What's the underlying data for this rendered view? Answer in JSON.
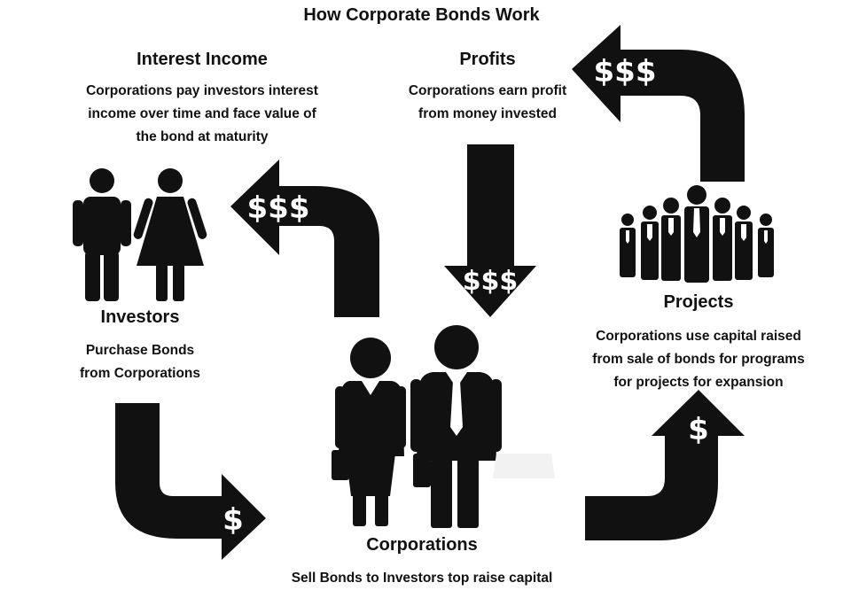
{
  "title": "How Corporate Bonds Work",
  "interest_income": {
    "heading": "Interest Income",
    "lines": [
      "Corporations pay investors interest",
      "income over time and face value of",
      "the bond at maturity"
    ]
  },
  "profits": {
    "heading": "Profits",
    "lines": [
      "Corporations earn profit",
      "from  money invested"
    ]
  },
  "investors": {
    "heading": "Investors",
    "lines": [
      "Purchase Bonds",
      "from Corporations"
    ]
  },
  "projects": {
    "heading": "Projects",
    "lines": [
      "Corporations use capital raised",
      "from sale of bonds for programs",
      "for projects for expansion"
    ]
  },
  "corporations": {
    "heading": "Corporations",
    "lines": [
      "Sell Bonds to Investors top raise capital"
    ]
  },
  "arrows": {
    "top_right": "$$$",
    "left_middle": "$$$",
    "center_down": "$$$",
    "bottom_left": "$",
    "bottom_right": "$"
  },
  "icons": {
    "investors": "man-and-woman-icon",
    "corporations": "business-people-with-briefcases-icon",
    "projects": "group-of-people-icon"
  },
  "colors": {
    "ink": "#111111",
    "background": "#ffffff"
  }
}
